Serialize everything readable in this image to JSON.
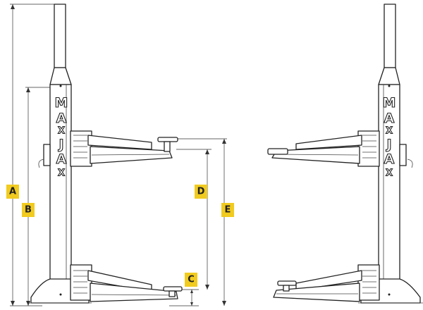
{
  "brand": {
    "letters": [
      "M",
      "A",
      "X",
      "J",
      "A",
      "X"
    ],
    "logo_name": "MAXJAX"
  },
  "dimension_labels": {
    "a": "A",
    "b": "B",
    "c": "C",
    "d": "D",
    "e": "E"
  },
  "colors": {
    "label_fill": "#f1cb1f",
    "line": "#222222",
    "background": "#ffffff"
  }
}
